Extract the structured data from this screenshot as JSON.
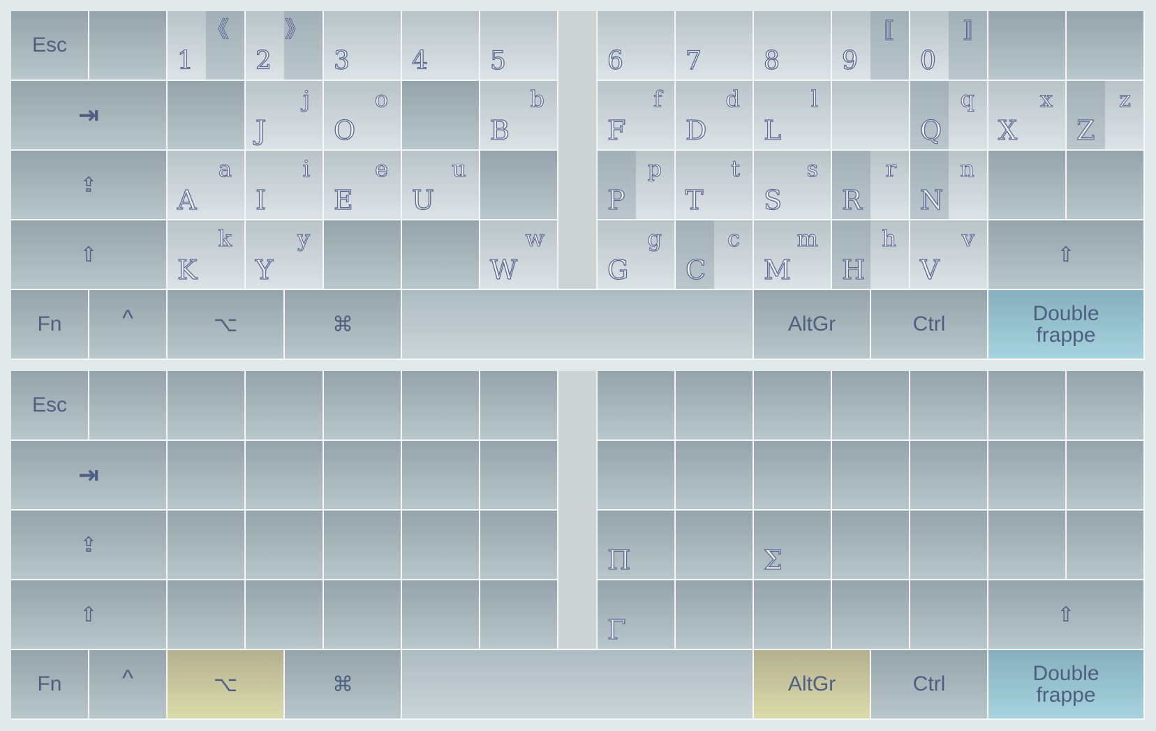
{
  "colors": {
    "background": "#e2e9eb",
    "double_frappe": "#a6d3dd",
    "active_modifier": "#dcdbab",
    "glyph_stroke": "#5a6592"
  },
  "top_layer": {
    "row1": {
      "esc": "Esc",
      "digits": [
        {
          "base": "1",
          "shift": "《"
        },
        {
          "base": "2",
          "shift": "》"
        },
        {
          "base": "3",
          "shift": ""
        },
        {
          "base": "4",
          "shift": ""
        },
        {
          "base": "5",
          "shift": ""
        },
        {
          "base": "6",
          "shift": ""
        },
        {
          "base": "7",
          "shift": ""
        },
        {
          "base": "8",
          "shift": ""
        },
        {
          "base": "9",
          "shift": "⟦"
        },
        {
          "base": "0",
          "shift": "⟧"
        }
      ]
    },
    "row2": {
      "tab_icon": "tab-icon",
      "keys": [
        {
          "base": "",
          "shift": ""
        },
        {
          "base": "J",
          "shift": "j"
        },
        {
          "base": "O",
          "shift": "o"
        },
        {
          "base": "",
          "shift": ""
        },
        {
          "base": "B",
          "shift": "b"
        },
        {
          "base": "F",
          "shift": "f"
        },
        {
          "base": "D",
          "shift": "d"
        },
        {
          "base": "L",
          "shift": "l"
        },
        {
          "base": "",
          "shift": ""
        },
        {
          "base": "Q",
          "shift": "q"
        },
        {
          "base": "X",
          "shift": "x"
        },
        {
          "base": "Z",
          "shift": "z"
        }
      ]
    },
    "row3": {
      "capslock_icon": "caps-lock-icon",
      "keys": [
        {
          "base": "A",
          "shift": "a"
        },
        {
          "base": "I",
          "shift": "i"
        },
        {
          "base": "E",
          "shift": "e"
        },
        {
          "base": "U",
          "shift": "u"
        },
        {
          "base": "",
          "shift": ""
        },
        {
          "base": "P",
          "shift": "p"
        },
        {
          "base": "T",
          "shift": "t"
        },
        {
          "base": "S",
          "shift": "s"
        },
        {
          "base": "R",
          "shift": "r"
        },
        {
          "base": "N",
          "shift": "n"
        },
        {
          "base": "",
          "shift": ""
        },
        {
          "base": "",
          "shift": ""
        }
      ]
    },
    "row4": {
      "shift_icon": "shift-icon",
      "keys": [
        {
          "base": "K",
          "shift": "k"
        },
        {
          "base": "Y",
          "shift": "y"
        },
        {
          "base": "",
          "shift": ""
        },
        {
          "base": "",
          "shift": ""
        },
        {
          "base": "W",
          "shift": "w"
        },
        {
          "base": "G",
          "shift": "g"
        },
        {
          "base": "C",
          "shift": "c"
        },
        {
          "base": "M",
          "shift": "m"
        },
        {
          "base": "H",
          "shift": "h"
        },
        {
          "base": "V",
          "shift": "v"
        }
      ]
    },
    "row5": {
      "fn": "Fn",
      "ctrl_caret": "^",
      "option": "⌥",
      "command": "⌘",
      "altgr": "AltGr",
      "ctrl": "Ctrl",
      "double_frappe": "Double frappe"
    }
  },
  "bottom_layer": {
    "esc": "Esc",
    "row3_symbols": [
      {
        "col": 5,
        "glyph": "Π"
      },
      {
        "col": 7,
        "glyph": "Σ"
      }
    ],
    "row4_symbols": [
      {
        "col": 5,
        "glyph": "Γ"
      }
    ],
    "row5": {
      "fn": "Fn",
      "ctrl_caret": "^",
      "option": "⌥",
      "command": "⌘",
      "altgr": "AltGr",
      "ctrl": "Ctrl",
      "double_frappe": "Double frappe"
    }
  }
}
